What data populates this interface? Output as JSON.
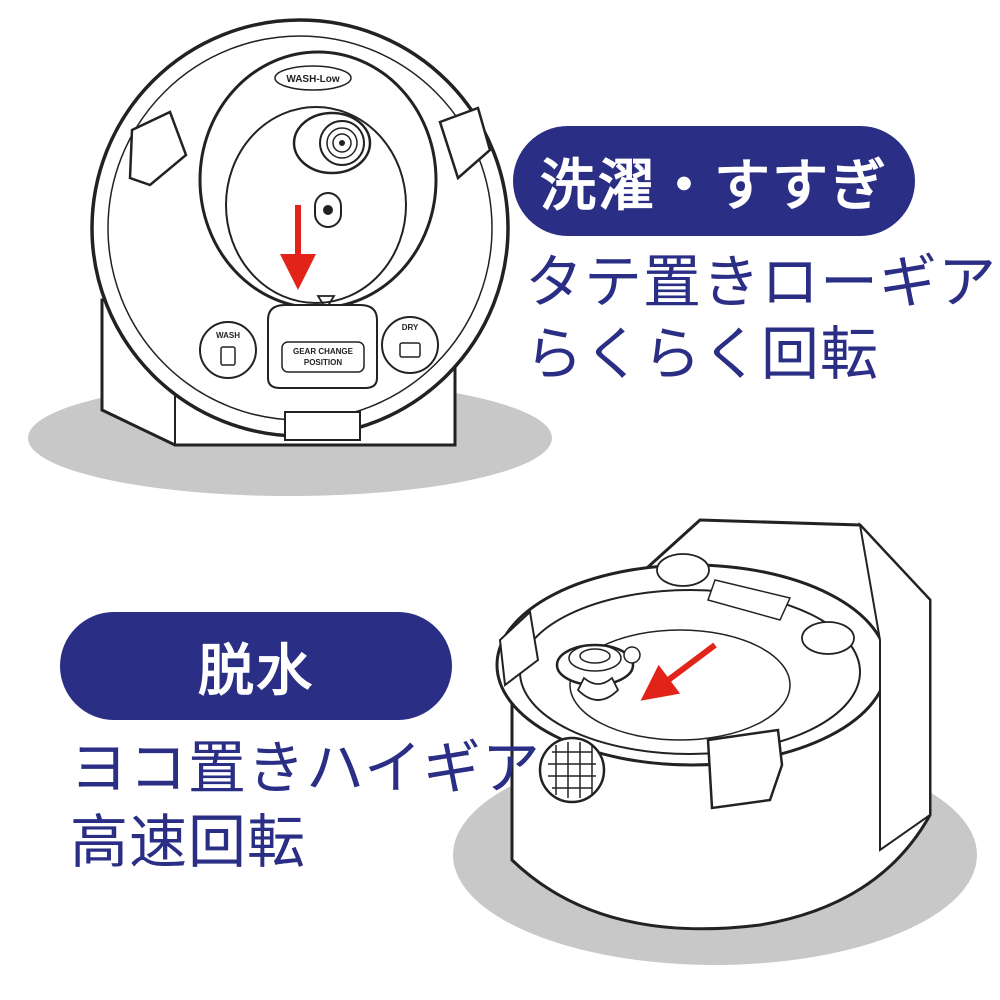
{
  "modes": [
    {
      "title": "洗濯・すすぎ",
      "desc_line1": "タテ置きローギア",
      "desc_line2": "らくらく回転"
    },
    {
      "title": "脱水",
      "desc_line1": "ヨコ置きハイギア",
      "desc_line2": "高速回転"
    }
  ],
  "device_labels": {
    "lid_badge": "WASH-Low",
    "gear_change_line1": "GEAR CHANGE",
    "gear_change_line2": "POSITION",
    "wash_label": "WASH",
    "dry_label": "DRY"
  },
  "colors": {
    "accent": "#2a2e84",
    "arrow": "#e2231a",
    "shadow": "#c8c8c8"
  }
}
